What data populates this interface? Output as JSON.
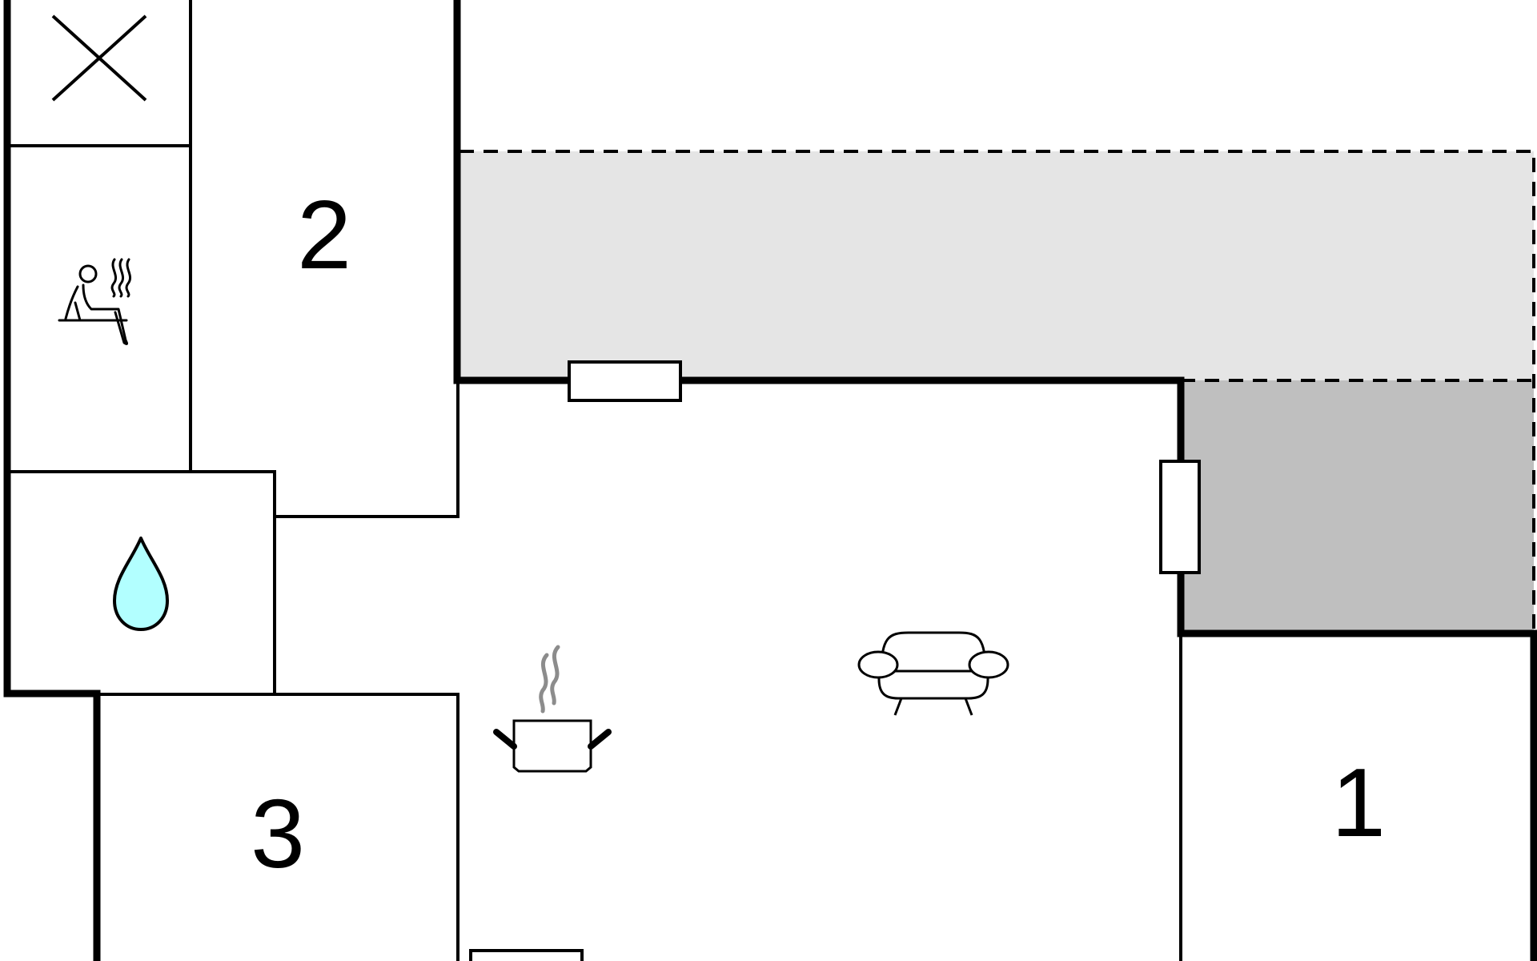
{
  "floorplan": {
    "rooms": {
      "bedroom_1": {
        "label": "1"
      },
      "bedroom_2": {
        "label": "2"
      },
      "bedroom_3": {
        "label": "3"
      }
    },
    "icons": {
      "toilet": "toilet-x-icon",
      "sauna": "sauna-icon",
      "bathroom": "water-drop-icon",
      "kitchen": "cooking-pot-icon",
      "living": "sofa-icon"
    },
    "colors": {
      "wall": "#000000",
      "terrace": "#e5e5e5",
      "covered_terrace": "#bfbfbf",
      "water": "#b2ffff",
      "steam": "#8c8c8c",
      "background": "#ffffff"
    }
  }
}
